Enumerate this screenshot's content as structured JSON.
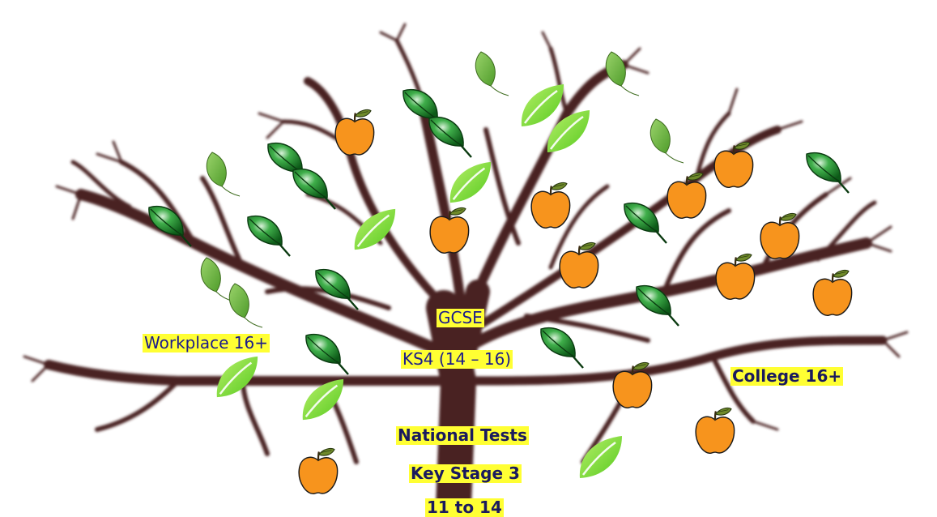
{
  "labels": {
    "gcse": "GCSE",
    "ks4": "KS4 (14 – 16)",
    "workplace": "Workplace 16+",
    "college": "College 16+",
    "national_tests": "National Tests",
    "key_stage_3": "Key Stage 3",
    "age_range": "11 to 14"
  },
  "colors": {
    "label_bg": "#ffff33",
    "apple": "#f7941d",
    "dark_leaf": "#1e8c2e",
    "light_leaf": "#7ee23a",
    "pale_leaf": "#6ab83c",
    "trunk": "#4a2222"
  },
  "icons": [
    "tree-icon",
    "apple-icon",
    "dark-leaf-icon",
    "light-leaf-icon",
    "pale-leaf-icon"
  ]
}
